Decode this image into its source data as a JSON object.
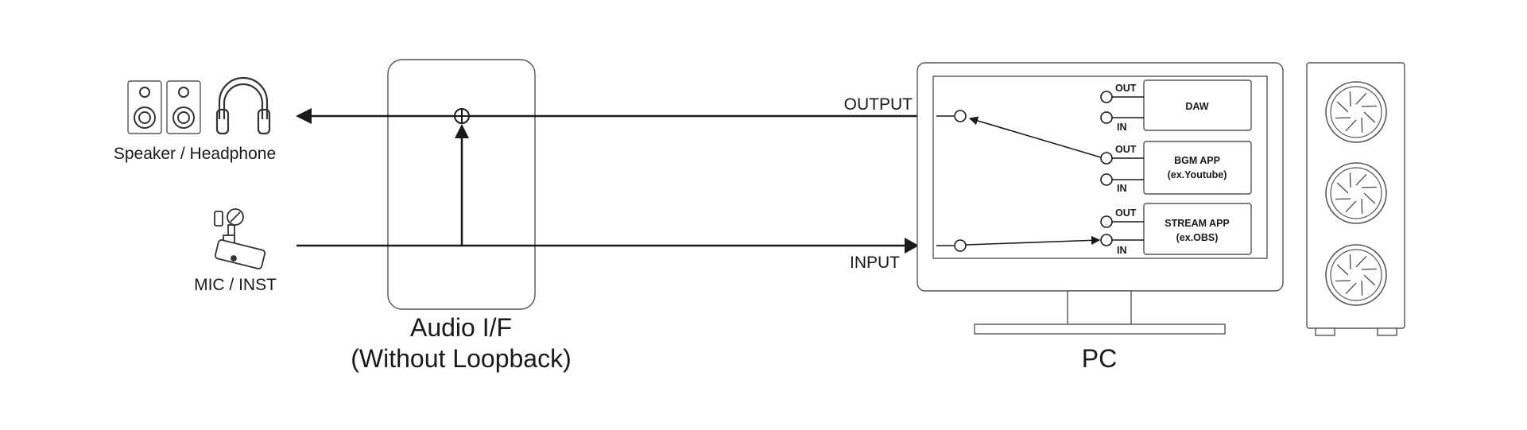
{
  "labels": {
    "speaker_headphone": "Speaker / Headphone",
    "mic_inst": "MIC / INST",
    "audio_if_line1": "Audio I/F",
    "audio_if_line2": "(Without Loopback)",
    "pc": "PC",
    "output": "OUTPUT",
    "input": "INPUT"
  },
  "apps": [
    {
      "name": "DAW",
      "sub": "",
      "out": "OUT",
      "in": "IN"
    },
    {
      "name": "BGM APP",
      "sub": "(ex.Youtube)",
      "out": "OUT",
      "in": "IN"
    },
    {
      "name": "STREAM APP",
      "sub": "(ex.OBS)",
      "out": "OUT",
      "in": "IN"
    }
  ],
  "colors": {
    "line": "#1a1a1a",
    "outline": "#555555"
  },
  "icons": [
    "speaker-icon",
    "headphone-icon",
    "microphone-icon",
    "summing-junction-icon",
    "fan-icon"
  ]
}
